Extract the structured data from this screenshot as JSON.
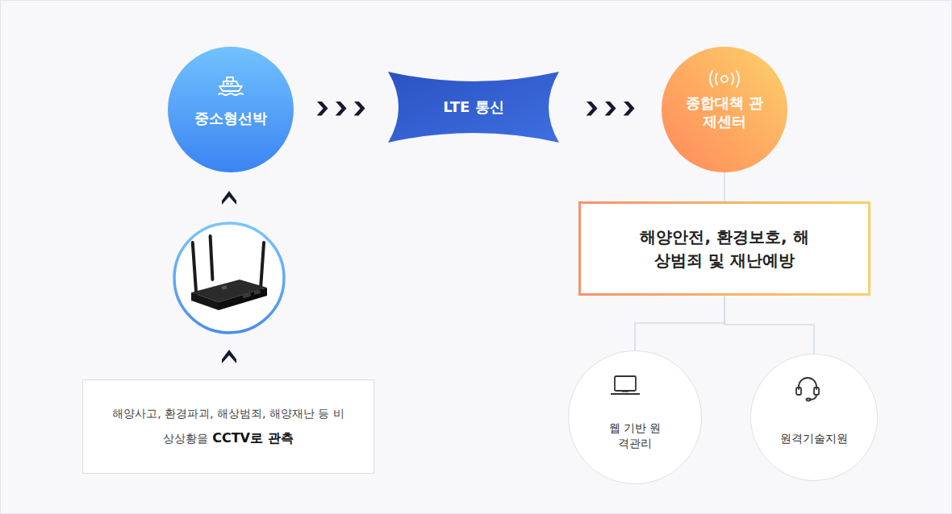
{
  "diagram": {
    "nodes": [
      {
        "text": [
          "중소형선박"
        ]
      },
      {
        "text": [
          "LTE 통신"
        ]
      },
      {
        "text": [
          "종합대책 관제센터"
        ]
      },
      {
        "text": [
          "해양안전, 환경보호, 해상범죄 및 재난예방"
        ]
      },
      {
        "text": [
          "웹 기반 원격관리"
        ]
      },
      {
        "text": [
          "원격기술지원"
        ]
      },
      {
        "text": [
          "해양사고, 환경파괴, 해상범죄, 해양재난 등 비상상황을",
          "CCTV로 관측"
        ]
      }
    ],
    "edges": [
      {
        "from": 0,
        "to": 1,
        "arrow": "to"
      },
      {
        "from": 1,
        "to": 2,
        "arrow": "to"
      },
      {
        "from": 2,
        "to": 3,
        "arrow": "none"
      },
      {
        "from": 3,
        "to": 4,
        "arrow": "none"
      },
      {
        "from": 3,
        "to": 5,
        "arrow": "none"
      }
    ]
  }
}
